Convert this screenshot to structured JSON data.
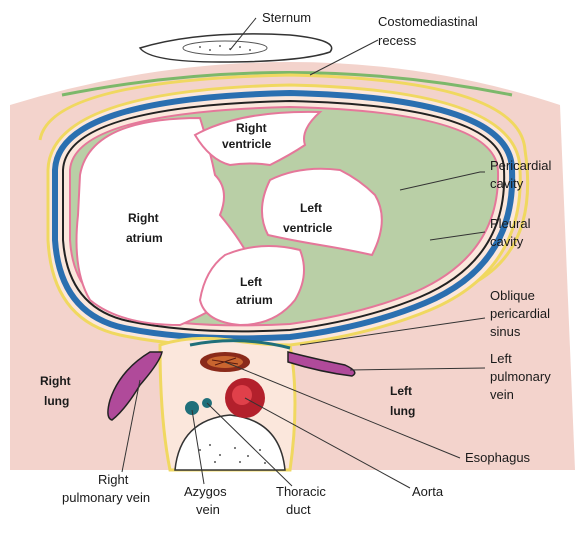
{
  "labels": {
    "sternum": "Sternum",
    "costomediastinal_1": "Costomediastinal",
    "costomediastinal_2": "recess",
    "pericardial_cavity_1": "Pericardial",
    "pericardial_cavity_2": "cavity",
    "pleural_cavity_1": "Pleural",
    "pleural_cavity_2": "cavity",
    "oblique_1": "Oblique",
    "oblique_2": "pericardial",
    "oblique_3": "sinus",
    "left_pulm_vein_1": "Left",
    "left_pulm_vein_2": "pulmonary",
    "left_pulm_vein_3": "vein",
    "esophagus": "Esophagus",
    "aorta": "Aorta",
    "thoracic_duct_1": "Thoracic",
    "thoracic_duct_2": "duct",
    "azygos_1": "Azygos",
    "azygos_2": "vein",
    "right_pulm_vein_1": "Right",
    "right_pulm_vein_2": "pulmonary vein",
    "right_ventricle_1": "Right",
    "right_ventricle_2": "ventricle",
    "right_atrium_1": "Right",
    "right_atrium_2": "atrium",
    "left_ventricle_1": "Left",
    "left_ventricle_2": "ventricle",
    "left_atrium_1": "Left",
    "left_atrium_2": "atrium",
    "right_lung_1": "Right",
    "right_lung_2": "lung",
    "left_lung_1": "Left",
    "left_lung_2": "lung"
  },
  "colors": {
    "lung_tissue": "#f3d3cc",
    "myocardium": "#b9cfa6",
    "heart_outline": "#e5779a",
    "serous_blue": "#2a6fb0",
    "fibrous_black": "#222222",
    "pleura_yellow": "#f0d860",
    "pleura_green": "#7cb86a",
    "pulmonary_vein": "#b04a9a",
    "aorta": "#b3202c",
    "esophagus": "#8a2a1a",
    "azygos": "#1f6f7a"
  }
}
